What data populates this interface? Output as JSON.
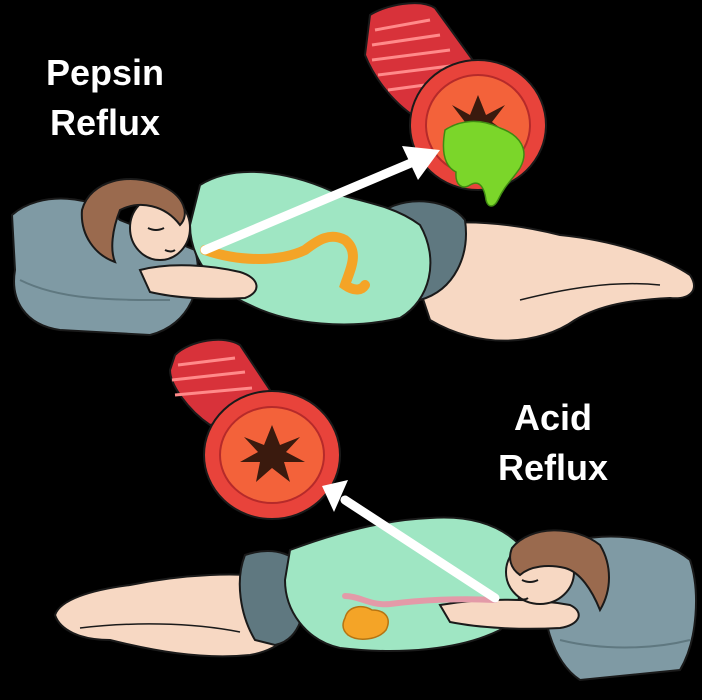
{
  "panels": {
    "top": {
      "caption_line1": "Pepsin",
      "caption_line2": "Reflux"
    },
    "bottom": {
      "caption_line1": "Acid",
      "caption_line2": "Reflux"
    }
  },
  "colors": {
    "background": "#000000",
    "caption_text": "#ffffff",
    "esophagus": "#d8323a",
    "pepsin": "#7bd62a",
    "stomach": "#f4a427",
    "shirt": "#9fe6c3",
    "pillow": "#7f9aa4",
    "skin": "#f7d8c3",
    "hair": "#9a6a4e",
    "arrow": "#ffffff"
  }
}
